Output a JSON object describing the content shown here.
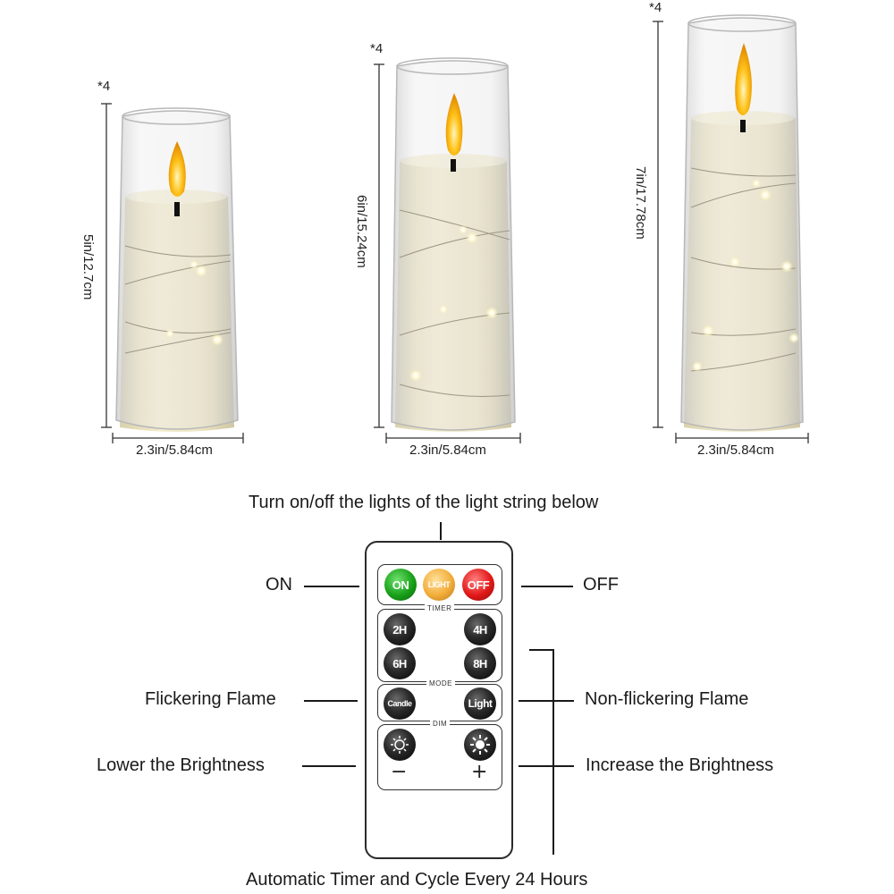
{
  "candles": [
    {
      "quantity": "*4",
      "height_label": "5in/12.7cm",
      "width_label": "2.3in/5.84cm"
    },
    {
      "quantity": "*4",
      "height_label": "6in/15.24cm",
      "width_label": "2.3in/5.84cm"
    },
    {
      "quantity": "*4",
      "height_label": "7in/17.78cm",
      "width_label": "2.3in/5.84cm"
    }
  ],
  "callouts": {
    "light_string": "Turn on/off the lights of the light string below",
    "on": "ON",
    "off": "OFF",
    "flicker": "Flickering Flame",
    "non_flicker": "Non-flickering Flame",
    "lower": "Lower the Brightness",
    "increase": "Increase the Brightness",
    "timer": "Automatic Timer and Cycle Every 24 Hours"
  },
  "remote": {
    "on": "ON",
    "light": "LIGHT",
    "off": "OFF",
    "timer_label": "TIMER",
    "timer_2h": "2H",
    "timer_4h": "4H",
    "timer_6h": "6H",
    "timer_8h": "8H",
    "mode_label": "MODE",
    "mode_candle": "Candle",
    "mode_light": "Light",
    "dim_label": "DIM",
    "minus": "−",
    "plus": "+"
  },
  "colors": {
    "wax": "#ede6c6",
    "flame": "#ffc21a",
    "glass": "#d6d6d6",
    "on": "#19a019",
    "light": "#f2ad3a",
    "off": "#e21818"
  }
}
